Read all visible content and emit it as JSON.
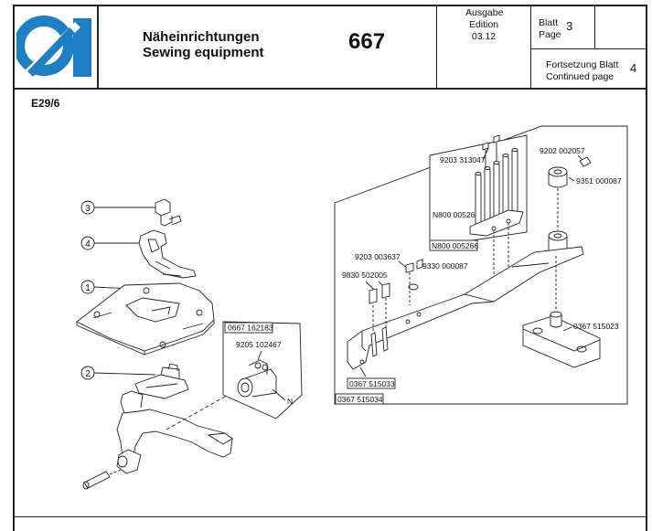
{
  "header": {
    "title_de": "Näheinrichtungen",
    "title_en": "Sewing equipment",
    "doc_number": "667",
    "edition_label_de": "Ausgabe",
    "edition_label_en": "Edition",
    "edition_value": "03.12",
    "page_label_de": "Blatt",
    "page_label_en": "Page",
    "page_value": "3",
    "continued_label_de": "Fortsetzung Blatt",
    "continued_label_en": "Continued page",
    "continued_value": "4"
  },
  "section_ref": "E29/6",
  "callouts": [
    "3",
    "4",
    "1",
    "2"
  ],
  "parts": {
    "p_0667_162183": "0667 162183",
    "p_9205_102467": "9205 102467",
    "p_N": "N",
    "p_9203_313047": "9203 313047",
    "p_N800_005267": "N800 005267",
    "p_N800_005266": "N800 005266",
    "p_9202_002057": "9202 002057",
    "p_9351_000087": "9351 000087",
    "p_9203_003637": "9203 003637",
    "p_9330_000087": "9330 000087",
    "p_9830_502005": "9830 502005",
    "p_0367_515023": "0367 515023",
    "p_0367_515033": "0367 515033",
    "p_0367_515034": "0367 515034"
  },
  "colors": {
    "logo_blue": "#1e7fc4",
    "line": "#222222"
  }
}
